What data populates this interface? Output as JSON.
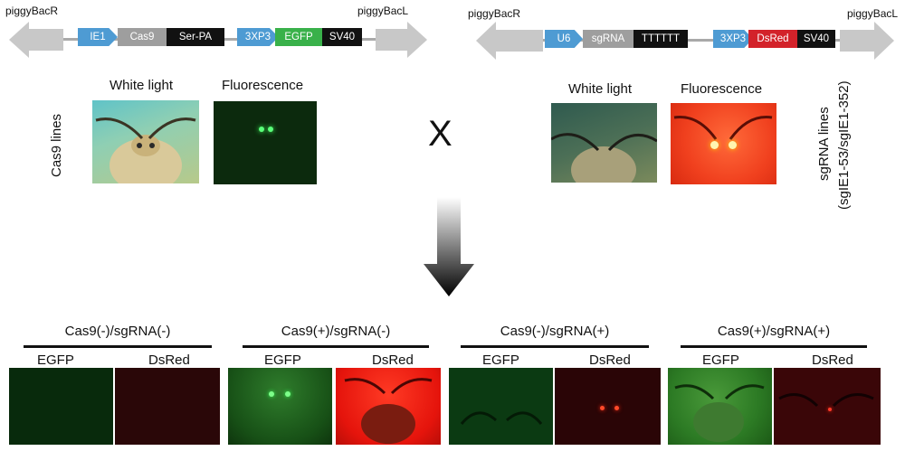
{
  "left_construct": {
    "label_r": "piggyBacR",
    "label_l": "piggyBacL",
    "segments": [
      "IE1",
      "Cas9",
      "Ser-PA",
      "3XP3",
      "EGFP",
      "SV40"
    ]
  },
  "right_construct": {
    "label_r": "piggyBacR",
    "label_l": "piggyBacL",
    "segments": [
      "U6",
      "sgRNA",
      "TTTTTT",
      "3XP3",
      "DsRed",
      "SV40"
    ]
  },
  "left_panel": {
    "white_light": "White light",
    "fluorescence": "Fluorescence",
    "side_label": "Cas9 lines"
  },
  "cross_symbol": "X",
  "right_panel": {
    "white_light": "White light",
    "fluorescence": "Fluorescence",
    "side_label_1": "sgRNA lines",
    "side_label_2": "(sgIE1-53/sgIE1-352)"
  },
  "groups": [
    {
      "title": "Cas9(-)/sgRNA(-)",
      "ch1": "EGFP",
      "ch2": "DsRed"
    },
    {
      "title": "Cas9(+)/sgRNA(-)",
      "ch1": "EGFP",
      "ch2": "DsRed"
    },
    {
      "title": "Cas9(-)/sgRNA(+)",
      "ch1": "EGFP",
      "ch2": "DsRed"
    },
    {
      "title": "Cas9(+)/sgRNA(+)",
      "ch1": "EGFP",
      "ch2": "DsRed"
    }
  ],
  "colors": {
    "promoter_blue": "#4e9bd3",
    "egfp_green": "#39b14a",
    "dsred_red": "#d3222a",
    "piggybac_grey": "#c8c8c8"
  }
}
